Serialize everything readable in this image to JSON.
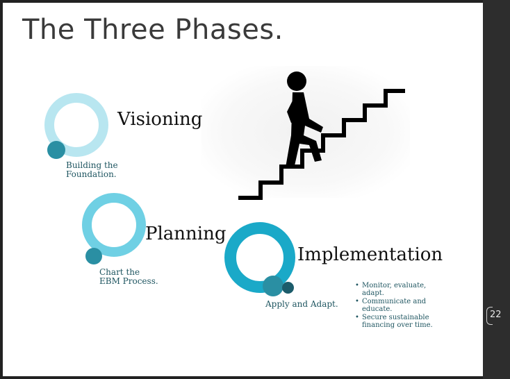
{
  "slide": {
    "title": "The Three Phases.",
    "slide_number": "22"
  },
  "phases": {
    "visioning": {
      "label": "Visioning",
      "subtitle": "Building the Foundation.",
      "ring_color": "#b8e6f0",
      "dot_color": "#2a8fa3"
    },
    "planning": {
      "label": "Planning",
      "subtitle": "Chart the EBM Process.",
      "ring_color": "#6fd0e4",
      "dot_color": "#2a8fa3"
    },
    "implementation": {
      "label": "Implementation",
      "subtitle": "Apply and Adapt.",
      "ring_color": "#1aa9c8",
      "dot_color": "#2a8fa3",
      "dot2_color": "#1c5c6b",
      "bullets": [
        "Monitor, evaluate, adapt.",
        "Communicate and educate.",
        "Secure sustainable financing over time."
      ]
    }
  },
  "image": {
    "icon": "person-climbing-stairs-icon"
  },
  "colors": {
    "panel_bg": "#ffffff",
    "sidebar_bg": "#2d2d2d",
    "title_color": "#3a3a3a",
    "sub_text_color": "#1e5560"
  }
}
